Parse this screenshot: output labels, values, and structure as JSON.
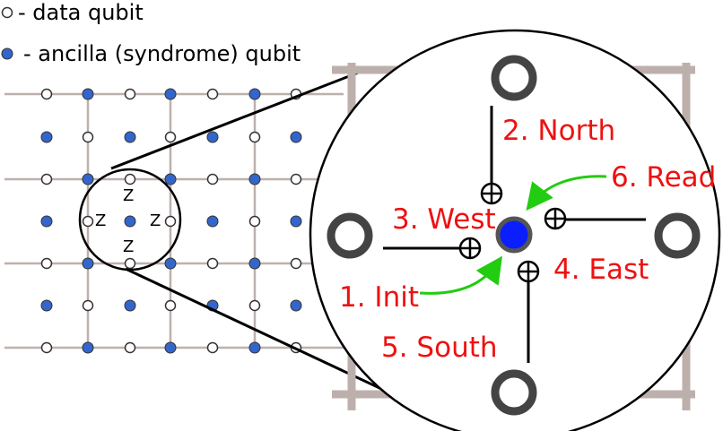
{
  "legend": {
    "data_qubit": "- data qubit",
    "ancilla_qubit": "- ancilla (syndrome) qubit"
  },
  "lattice": {
    "z_labels": [
      "Z",
      "Z",
      "Z",
      "Z"
    ]
  },
  "steps": {
    "north": "2. North",
    "read": "6. Read",
    "west": "3. West",
    "east": "4. East",
    "init": "1. Init",
    "south": "5. South"
  },
  "colors": {
    "ancilla": "#3366cc",
    "ancilla_zoom": "#0a1eff",
    "grid": "#bdb0ac",
    "step_text": "#ee1111",
    "arrow": "#22cc11"
  }
}
